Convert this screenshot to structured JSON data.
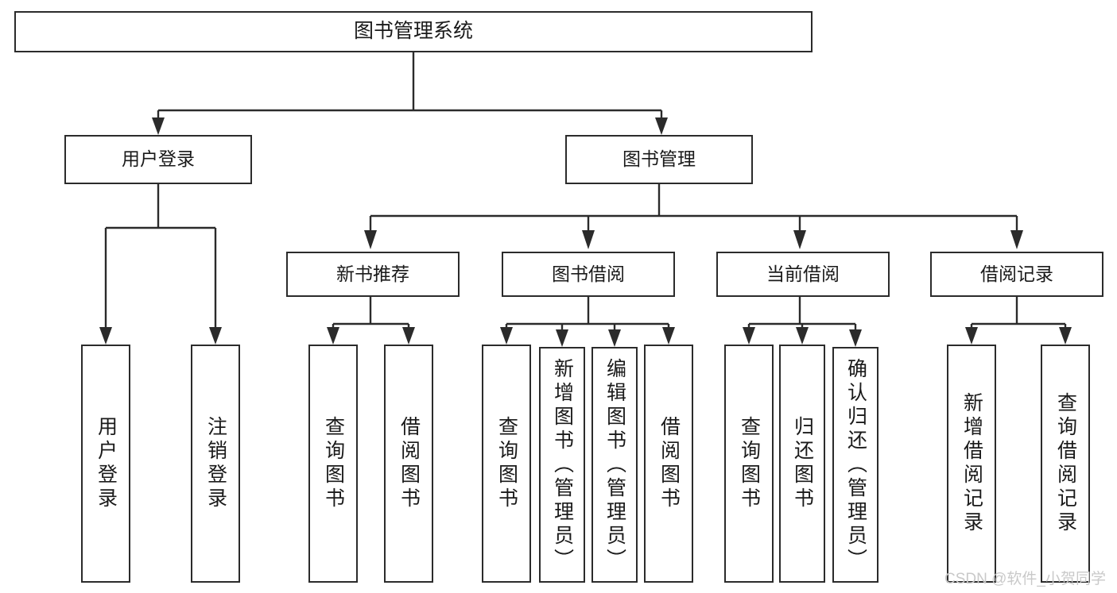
{
  "diagram": {
    "type": "tree",
    "title": "图书管理系统",
    "root": {
      "id": "root",
      "label": "图书管理系统"
    },
    "level2": [
      {
        "id": "user-login",
        "label": "用户登录"
      },
      {
        "id": "book-management",
        "label": "图书管理"
      }
    ],
    "level3": [
      {
        "id": "new-book-recommend",
        "label": "新书推荐",
        "parent": "book-management"
      },
      {
        "id": "book-borrow",
        "label": "图书借阅",
        "parent": "book-management"
      },
      {
        "id": "current-borrow",
        "label": "当前借阅",
        "parent": "book-management"
      },
      {
        "id": "borrow-record",
        "label": "借阅记录",
        "parent": "book-management"
      }
    ],
    "leaves": [
      {
        "id": "leaf-user-login",
        "label": "用户登录",
        "parent": "user-login"
      },
      {
        "id": "leaf-logout-login",
        "label": "注销登录",
        "parent": "user-login"
      },
      {
        "id": "leaf-query-book-1",
        "label": "查询图书",
        "parent": "new-book-recommend"
      },
      {
        "id": "leaf-borrow-book-1",
        "label": "借阅图书",
        "parent": "new-book-recommend"
      },
      {
        "id": "leaf-query-book-2",
        "label": "查询图书",
        "parent": "book-borrow"
      },
      {
        "id": "leaf-add-book",
        "label": "新增图书（管理员）",
        "parent": "book-borrow"
      },
      {
        "id": "leaf-edit-book",
        "label": "编辑图书（管理员）",
        "parent": "book-borrow"
      },
      {
        "id": "leaf-borrow-book-2",
        "label": "借阅图书",
        "parent": "book-borrow"
      },
      {
        "id": "leaf-query-book-3",
        "label": "查询图书",
        "parent": "current-borrow"
      },
      {
        "id": "leaf-return-book",
        "label": "归还图书",
        "parent": "current-borrow"
      },
      {
        "id": "leaf-confirm-return",
        "label": "确认归还（管理员）",
        "parent": "current-borrow"
      },
      {
        "id": "leaf-add-record",
        "label": "新增借阅记录",
        "parent": "borrow-record"
      },
      {
        "id": "leaf-query-record",
        "label": "查询借阅记录",
        "parent": "borrow-record"
      }
    ]
  },
  "watermark": {
    "text": "CSDN @软件_小贺同学"
  },
  "colors": {
    "border": "#2b2b2b",
    "background": "#ffffff",
    "text": "#1a1a1a",
    "watermark": "#c9c9c9"
  }
}
